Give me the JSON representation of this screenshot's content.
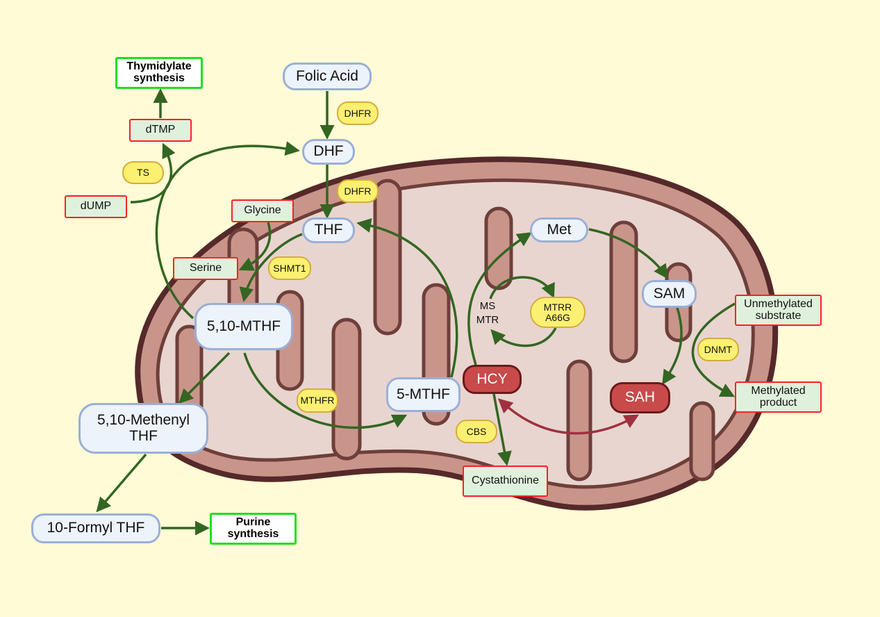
{
  "colors": {
    "background": "#fffbd6",
    "pathway_arrow": "#336622",
    "hcy_sah_arrow": "#a03040",
    "metabolite_fill": "#edf3fb",
    "enzyme_fill": "#fbf072",
    "substrate_border": "#ff2020",
    "output_border": "#1ee01e",
    "toxic_fill": "#c94a4a",
    "mito_outer": "#c9958b",
    "mito_inner": "#e8d5cf"
  },
  "outputs": {
    "thymidylate": "Thymidylate synthesis",
    "purine": "Purine synthesis"
  },
  "metabolites": {
    "folic_acid": "Folic Acid",
    "dhf": "DHF",
    "thf": "THF",
    "mthf_510": "5,10-MTHF",
    "methenyl_thf": "5,10-Methenyl THF",
    "formyl_thf": "10-Formyl THF",
    "mthf_5": "5-MTHF",
    "met": "Met",
    "sam": "SAM",
    "hcy": "HCY",
    "sah": "SAH"
  },
  "substrates": {
    "dtmp": "dTMP",
    "dump": "dUMP",
    "glycine": "Glycine",
    "serine": "Serine",
    "cystathionine": "Cystathionine",
    "unmethylated": "Unmethylated substrate",
    "methylated": "Methylated product"
  },
  "enzymes": {
    "dhfr1": "DHFR",
    "dhfr2": "DHFR",
    "ts": "TS",
    "shmt1": "SHMT1",
    "mthfr": "MTHFR",
    "cbs": "CBS",
    "mtrr": "MTRR A66G",
    "dnmt": "DNMT"
  },
  "labels": {
    "ms": "MS",
    "mtr": "MTR"
  }
}
